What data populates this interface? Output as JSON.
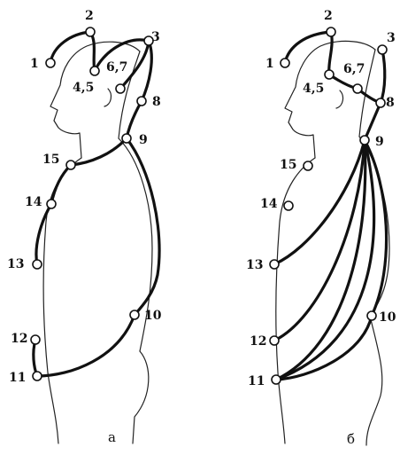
{
  "figure_a": {
    "caption": "а",
    "labels": [
      "1",
      "2",
      "3",
      "4,5",
      "6,7",
      "8",
      "9",
      "10",
      "11",
      "12",
      "13",
      "14",
      "15"
    ]
  },
  "figure_b": {
    "caption": "б",
    "labels": [
      "1",
      "2",
      "3",
      "4,5",
      "6,7",
      "8",
      "9",
      "10",
      "11",
      "12",
      "13",
      "14",
      "15"
    ]
  }
}
